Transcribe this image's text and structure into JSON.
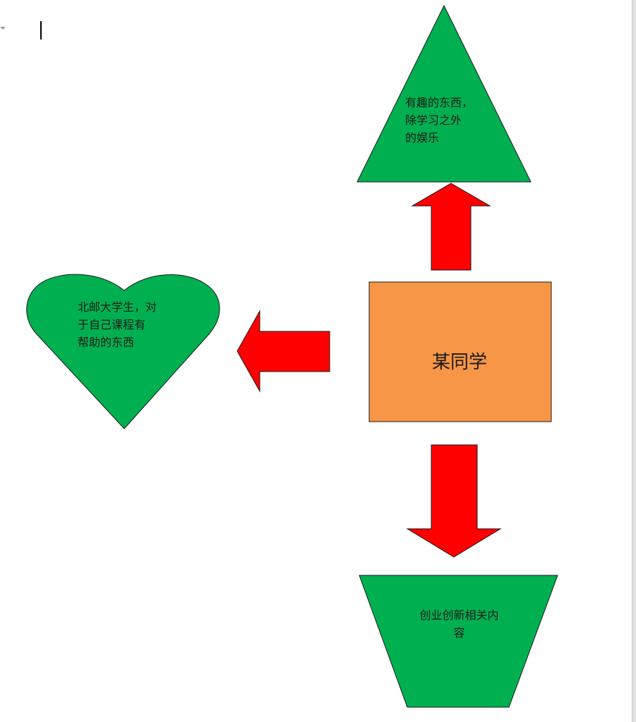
{
  "diagram": {
    "center": {
      "text": "某同学"
    },
    "top": {
      "lines": [
        "有趣的东西，",
        "除学习之外",
        "的娱乐"
      ]
    },
    "left": {
      "lines": [
        "北邮大学生，对",
        "于自己课程有",
        "帮助的东西"
      ]
    },
    "bottom": {
      "lines": [
        "创业创新相关内",
        "容"
      ]
    }
  },
  "colors": {
    "center_fill": "#F79646",
    "node_fill": "#00B050",
    "arrow_fill": "#FF0000",
    "stroke": "#1a1a1a"
  }
}
